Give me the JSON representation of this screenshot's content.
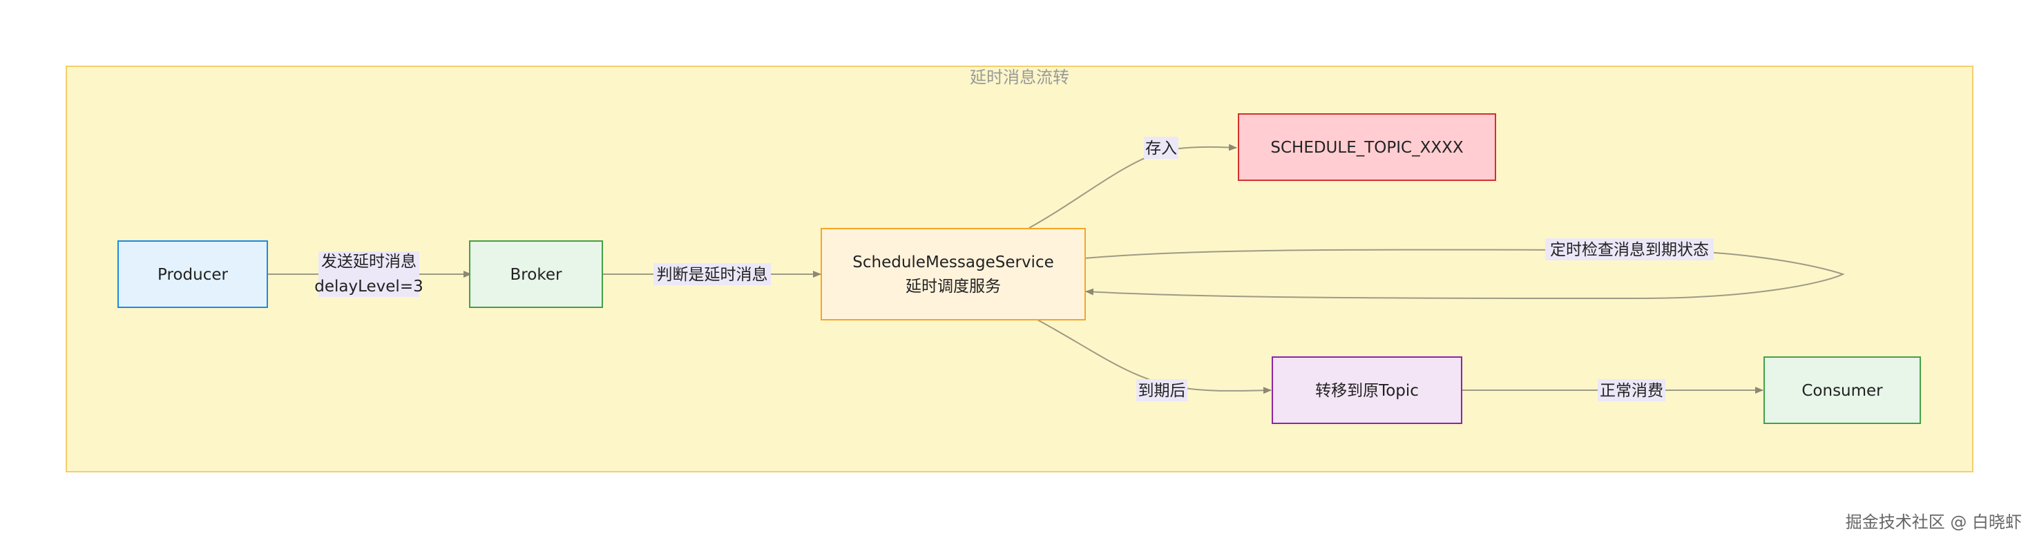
{
  "container": {
    "title": "延时消息流转",
    "fill": "#fdf6c9",
    "stroke": "#f2cf6e"
  },
  "nodes": {
    "producer": {
      "label": "Producer",
      "fill": "#e3f2fd",
      "stroke": "#1e88e5"
    },
    "broker": {
      "label": "Broker",
      "fill": "#e8f5e9",
      "stroke": "#43a047"
    },
    "schedule_service": {
      "line1": "ScheduleMessageService",
      "line2": "延时调度服务",
      "fill": "#fff3dc",
      "stroke": "#f5a623"
    },
    "schedule_topic": {
      "label": "SCHEDULE_TOPIC_XXXX",
      "fill": "#ffcdd2",
      "stroke": "#d32f2f"
    },
    "transfer_topic": {
      "label": "转移到原Topic",
      "fill": "#f3e5f5",
      "stroke": "#8e24aa"
    },
    "consumer": {
      "label": "Consumer",
      "fill": "#e8f5e9",
      "stroke": "#43a047"
    }
  },
  "edges": {
    "send": {
      "line1": "发送延时消息",
      "line2": "delayLevel=3"
    },
    "judge": {
      "label": "判断是延时消息"
    },
    "store": {
      "label": "存入"
    },
    "check": {
      "label": "定时检查消息到期状态"
    },
    "expired": {
      "label": "到期后"
    },
    "consume": {
      "label": "正常消费"
    }
  },
  "watermark": "掘金技术社区 @ 白晓虾"
}
